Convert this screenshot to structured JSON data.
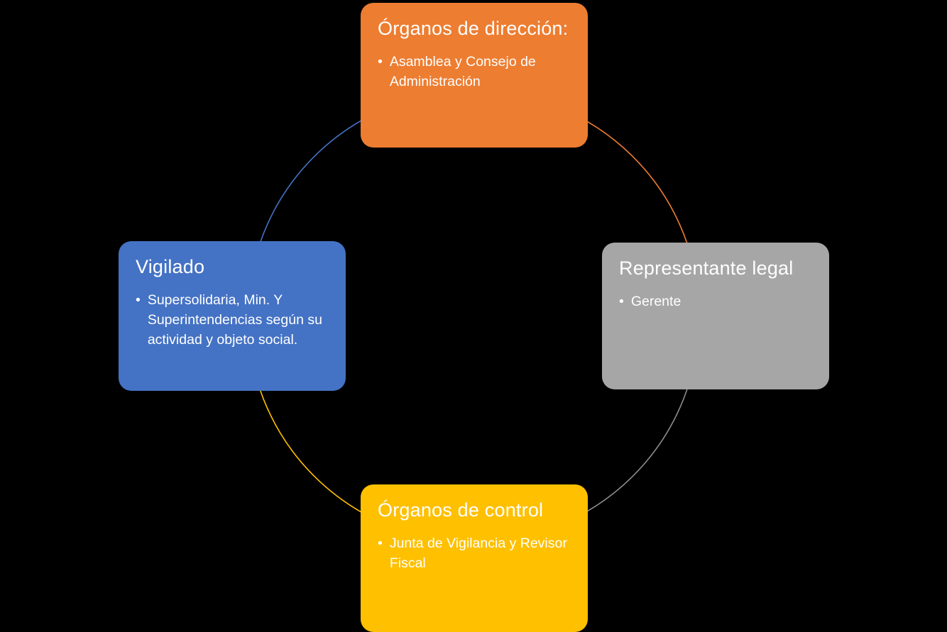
{
  "diagram": {
    "type": "cycle",
    "background_color": "#000000",
    "text_color": "#ffffff",
    "nodes": [
      {
        "position": "top",
        "title": "Órganos de dirección:",
        "bullet_marker": "•",
        "bullet": "Asamblea y Consejo de Administración",
        "color": "#ED7D31"
      },
      {
        "position": "right",
        "title": "Representante legal",
        "bullet_marker": "•",
        "bullet": "Gerente",
        "color": "#A6A6A6"
      },
      {
        "position": "bottom",
        "title": "Órganos de control",
        "bullet_marker": "•",
        "bullet": "Junta de Vigilancia y Revisor Fiscal",
        "color": "#FFC000"
      },
      {
        "position": "left",
        "title": "Vigilado",
        "bullet_marker": "•",
        "bullet": "Supersolidaria, Min. Y Superintendencias según su actividad y objeto social.",
        "color": "#4472C4"
      }
    ],
    "arcs": [
      {
        "name": "arc-top-right",
        "color": "#ED7D31"
      },
      {
        "name": "arc-bottom-right",
        "color": "#8C8C8C"
      },
      {
        "name": "arc-bottom-left",
        "color": "#FFC000"
      },
      {
        "name": "arc-top-left",
        "color": "#4472C4"
      }
    ]
  }
}
